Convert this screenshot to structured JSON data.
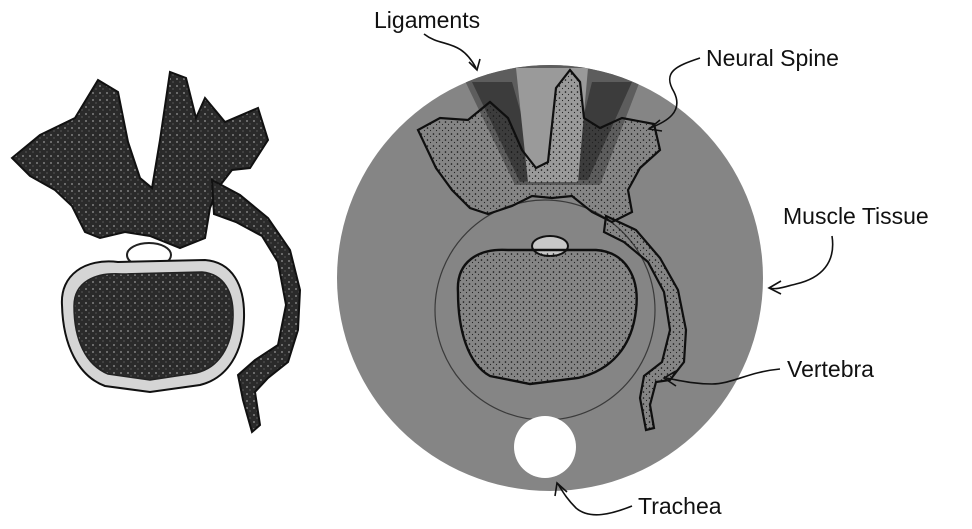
{
  "labels": {
    "ligaments": "Ligaments",
    "neural_spine": "Neural Spine",
    "muscle_tissue": "Muscle Tissue",
    "vertebra": "Vertebra",
    "trachea": "Trachea"
  },
  "colors": {
    "muscle_tissue": "#858585",
    "ligaments": "#5d5d5d",
    "ligaments_dark": "#3c3c3c",
    "bone_dark": "#1e1e1e",
    "bone_light": "#d8d8d8",
    "trachea": "#ffffff",
    "line": "#111111"
  }
}
